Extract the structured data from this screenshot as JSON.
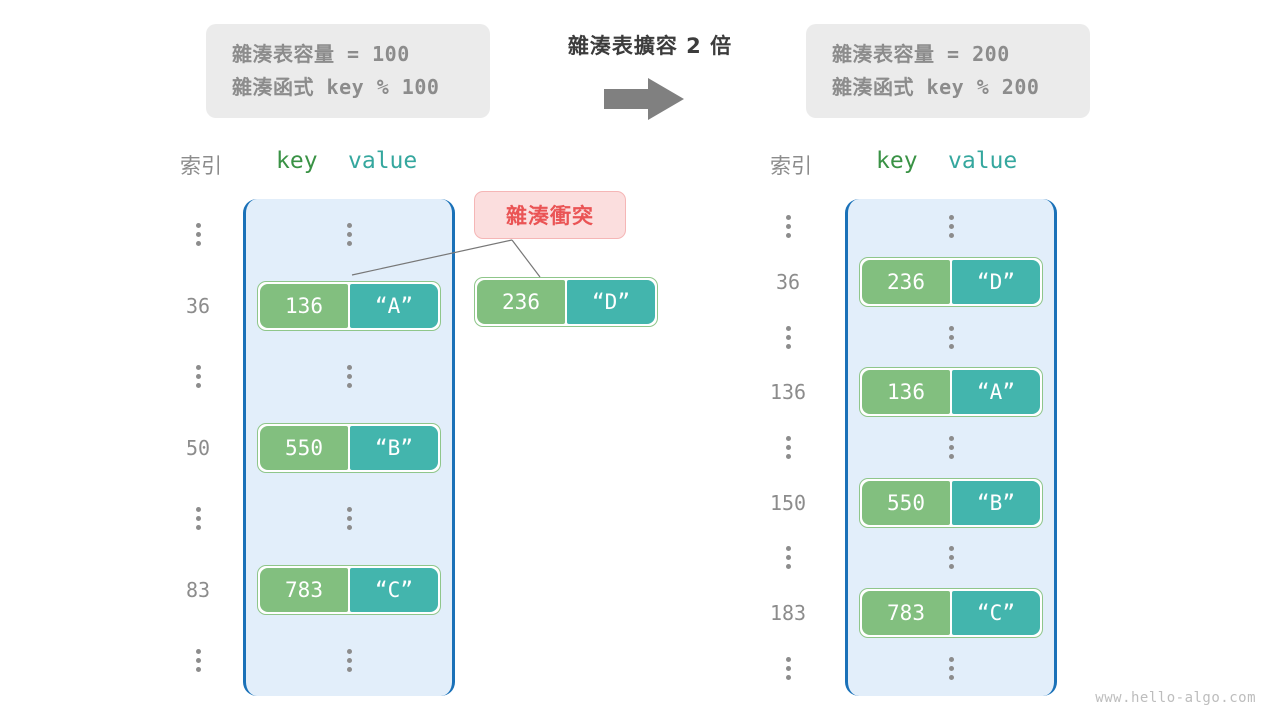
{
  "watermark": "www.hello-algo.com",
  "center": {
    "title": "雜湊表擴容 2 倍",
    "arrow_icon": "right-arrow-icon"
  },
  "info_left": {
    "capacity_line": "雜湊表容量 = 100",
    "function_line": "雜湊函式 key % 100"
  },
  "info_right": {
    "capacity_line": "雜湊表容量 = 200",
    "function_line": "雜湊函式 key % 200"
  },
  "headers": {
    "index": "索引",
    "key": "key",
    "value": "value"
  },
  "collision": {
    "label": "雜湊衝突"
  },
  "floating_entry": {
    "key": "236",
    "value": "“D”"
  },
  "left_table": {
    "rows": [
      {
        "index": "",
        "dots": true,
        "key": "",
        "value": ""
      },
      {
        "index": "36",
        "dots": false,
        "key": "136",
        "value": "“A”"
      },
      {
        "index": "",
        "dots": true,
        "key": "",
        "value": ""
      },
      {
        "index": "50",
        "dots": false,
        "key": "550",
        "value": "“B”"
      },
      {
        "index": "",
        "dots": true,
        "key": "",
        "value": ""
      },
      {
        "index": "83",
        "dots": false,
        "key": "783",
        "value": "“C”"
      },
      {
        "index": "",
        "dots": true,
        "key": "",
        "value": ""
      }
    ]
  },
  "right_table": {
    "rows": [
      {
        "index": "",
        "dots": true,
        "key": "",
        "value": ""
      },
      {
        "index": "36",
        "dots": false,
        "key": "236",
        "value": "“D”"
      },
      {
        "index": "",
        "dots": true,
        "key": "",
        "value": ""
      },
      {
        "index": "136",
        "dots": false,
        "key": "136",
        "value": "“A”"
      },
      {
        "index": "",
        "dots": true,
        "key": "",
        "value": ""
      },
      {
        "index": "150",
        "dots": false,
        "key": "550",
        "value": "“B”"
      },
      {
        "index": "",
        "dots": true,
        "key": "",
        "value": ""
      },
      {
        "index": "183",
        "dots": false,
        "key": "783",
        "value": "“C”"
      },
      {
        "index": "",
        "dots": true,
        "key": "",
        "value": ""
      }
    ]
  },
  "colors": {
    "key_cell": "#82bf7f",
    "value_cell": "#43b5ad",
    "bucket_fill": "#e2eefa",
    "bucket_border": "#1a71b8",
    "collision_bg": "#fbdede",
    "collision_text": "#ea5455",
    "info_bg": "#ebebeb",
    "muted_text": "#8c8c8c",
    "arrow": "#808080"
  }
}
